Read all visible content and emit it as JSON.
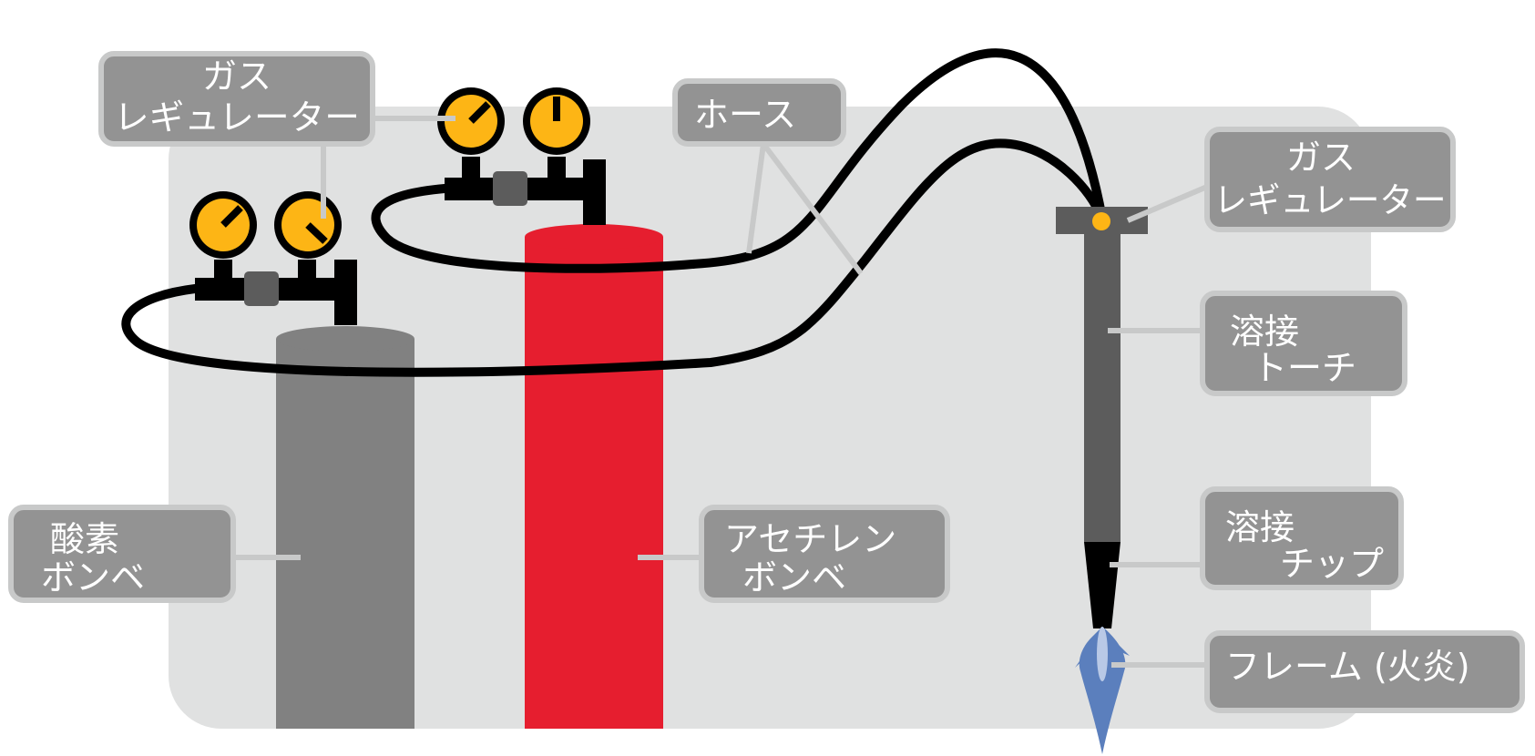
{
  "labels": {
    "gas_regulator_left_line1": "ガス",
    "gas_regulator_left_line2": "レギュレーター",
    "hose": "ホース",
    "gas_regulator_right_line1": "ガス",
    "gas_regulator_right_line2": "レギュレーター",
    "welding_torch_line1": "溶接",
    "welding_torch_line2": "トーチ",
    "welding_tip_line1": "溶接",
    "welding_tip_line2": "チップ",
    "flame": "フレーム (火炎)",
    "oxygen_cylinder_line1": "酸素",
    "oxygen_cylinder_line2": "ボンベ",
    "acetylene_cylinder_line1": "アセチレン",
    "acetylene_cylinder_line2": "ボンベ"
  },
  "colors": {
    "background_panel": "#e0e1e1",
    "label_box": "#939393",
    "label_border": "#c8c9c9",
    "leader_line": "#c8c9c9",
    "oxygen_cylinder": "#818181",
    "acetylene_cylinder": "#e61e2f",
    "gauge_face": "#fdb515",
    "hose": "#000000",
    "torch_body": "#5c5c5c",
    "flame": "#5b7fbd",
    "flame_core": "#b9c9e6"
  }
}
